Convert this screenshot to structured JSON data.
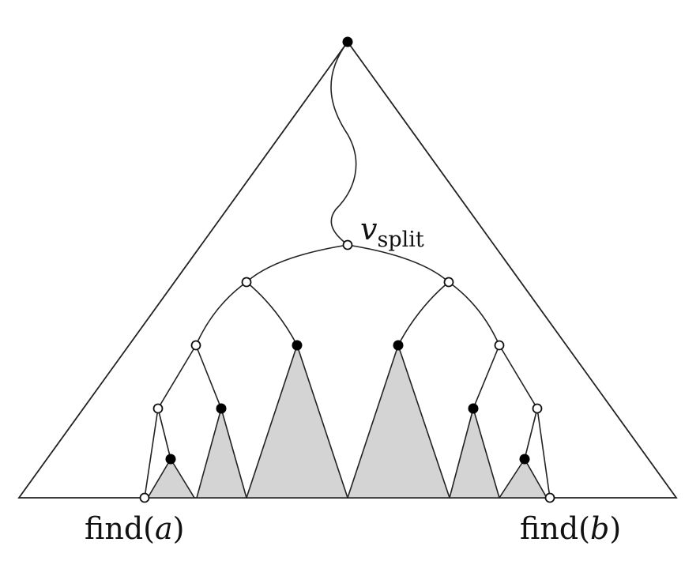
{
  "labels": {
    "v_split_var": "v",
    "v_split_sub": "split",
    "find_a_prefix": "find(",
    "find_a_arg": "a",
    "find_a_suffix": ")",
    "find_b_prefix": "find(",
    "find_b_arg": "b",
    "find_b_suffix": ")"
  },
  "colors": {
    "subtree_fill": "#d4d4d4",
    "line": "#222222",
    "filled_node": "#000000",
    "open_node": "#ffffff"
  }
}
